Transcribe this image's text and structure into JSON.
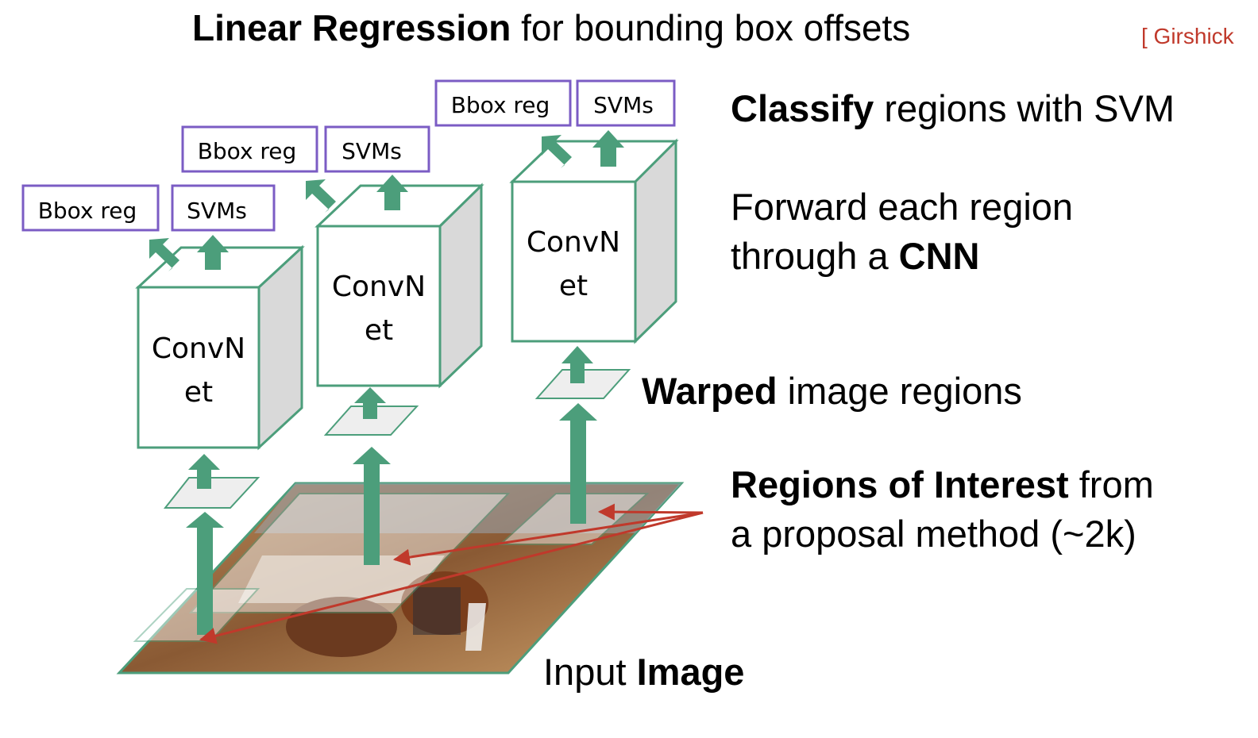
{
  "title": {
    "bold": "Linear Regression",
    "rest": " for bounding box offsets"
  },
  "citation": "[ Girshick",
  "network_label_1": "ConvN",
  "network_label_2": "et",
  "bbox_label": "Bbox reg",
  "svm_label": "SVMs",
  "annotations": {
    "classify": {
      "bold": "Classify",
      "rest": " regions with SVM"
    },
    "forward": {
      "line1": "Forward each region",
      "line2_plain": "through a ",
      "line2_bold": "CNN"
    },
    "warped": {
      "bold": "Warped",
      "rest": " image regions"
    },
    "regions": {
      "bold": "Regions of Interest",
      "rest": " from",
      "line2": "a proposal method (~2k)"
    },
    "input": {
      "plain": "Input ",
      "bold": "Image"
    }
  },
  "colors": {
    "accent_green": "#4c9e7b",
    "box_border": "#7b5cc4",
    "arrow_red": "#c0392b",
    "cube_side": "#d9d9d9"
  }
}
